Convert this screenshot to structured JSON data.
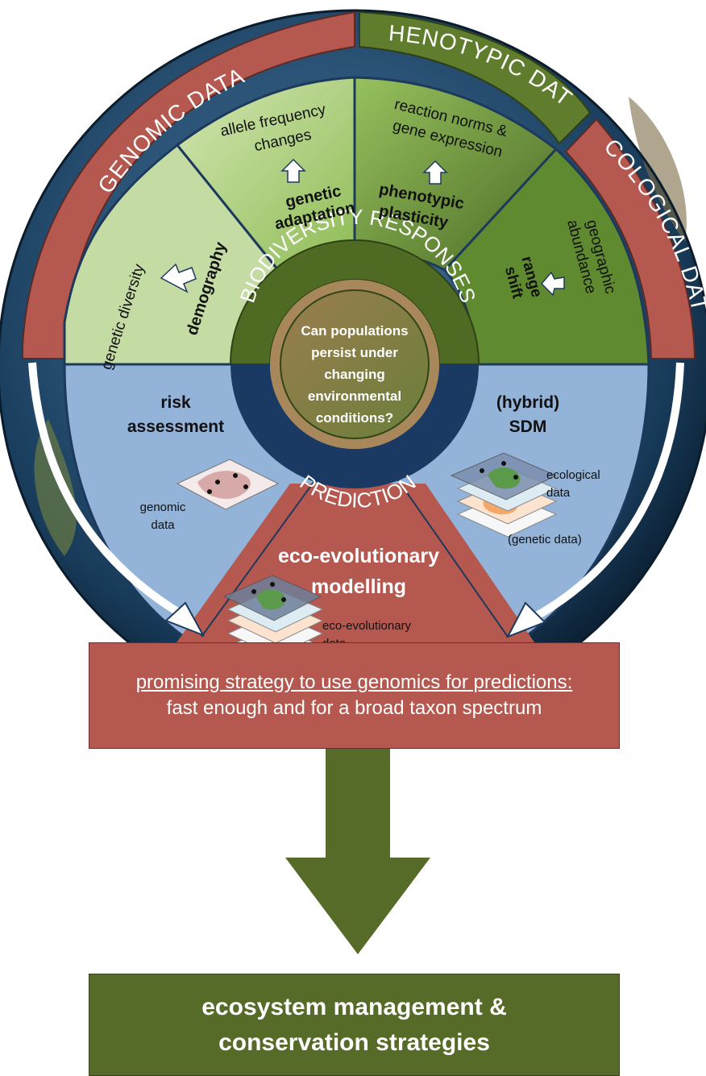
{
  "outer_ring": {
    "genomic": "GENOMIC DATA",
    "phenotypic": "PHENOTYPIC DATA",
    "ecological": "ECOLOGICAL DATA"
  },
  "responses": {
    "ring_label": "BIODIVERSITY RESPONSES",
    "demography": {
      "title": "demography",
      "data": "genetic diversity"
    },
    "adaptation": {
      "title_line1": "genetic",
      "title_line2": "adaptation",
      "data_line1": "allele frequency",
      "data_line2": "changes"
    },
    "plasticity": {
      "title_line1": "phenotypic",
      "title_line2": "plasticity",
      "data_line1": "reaction norms &",
      "data_line2": "gene expression"
    },
    "range": {
      "title_line1": "range",
      "title_line2": "shift",
      "data_line1": "geographic",
      "data_line2": "abundance"
    }
  },
  "center_question": [
    "Can populations",
    "persist under",
    "changing",
    "environmental",
    "conditions?"
  ],
  "prediction": {
    "ring_label": "PREDICTION",
    "risk": {
      "title_line1": "risk",
      "title_line2": "assessment",
      "data_line1": "genomic",
      "data_line2": "data"
    },
    "sdm": {
      "title_line1": "(hybrid)",
      "title_line2": "SDM",
      "data_eco_line1": "ecological",
      "data_eco_line2": "data",
      "data_gen": "(genetic data)"
    },
    "eco_evo": {
      "title_line1": "eco-evolutionary",
      "title_line2": "modelling",
      "data_line1": "eco-evolutionary",
      "data_line2": "data"
    }
  },
  "strategy": {
    "line1": "promising strategy to use genomics for predictions:",
    "line2": "fast enough and for a broad taxon spectrum"
  },
  "management": {
    "line1": "ecosystem management &",
    "line2": "conservation strategies"
  },
  "colors": {
    "red": "#b5584f",
    "dark_green": "#4e6a23",
    "light_green": "#c4d9a0",
    "mid_green": "#87a94a",
    "blue": "#93b3d8",
    "navy": "#1b3a63"
  }
}
